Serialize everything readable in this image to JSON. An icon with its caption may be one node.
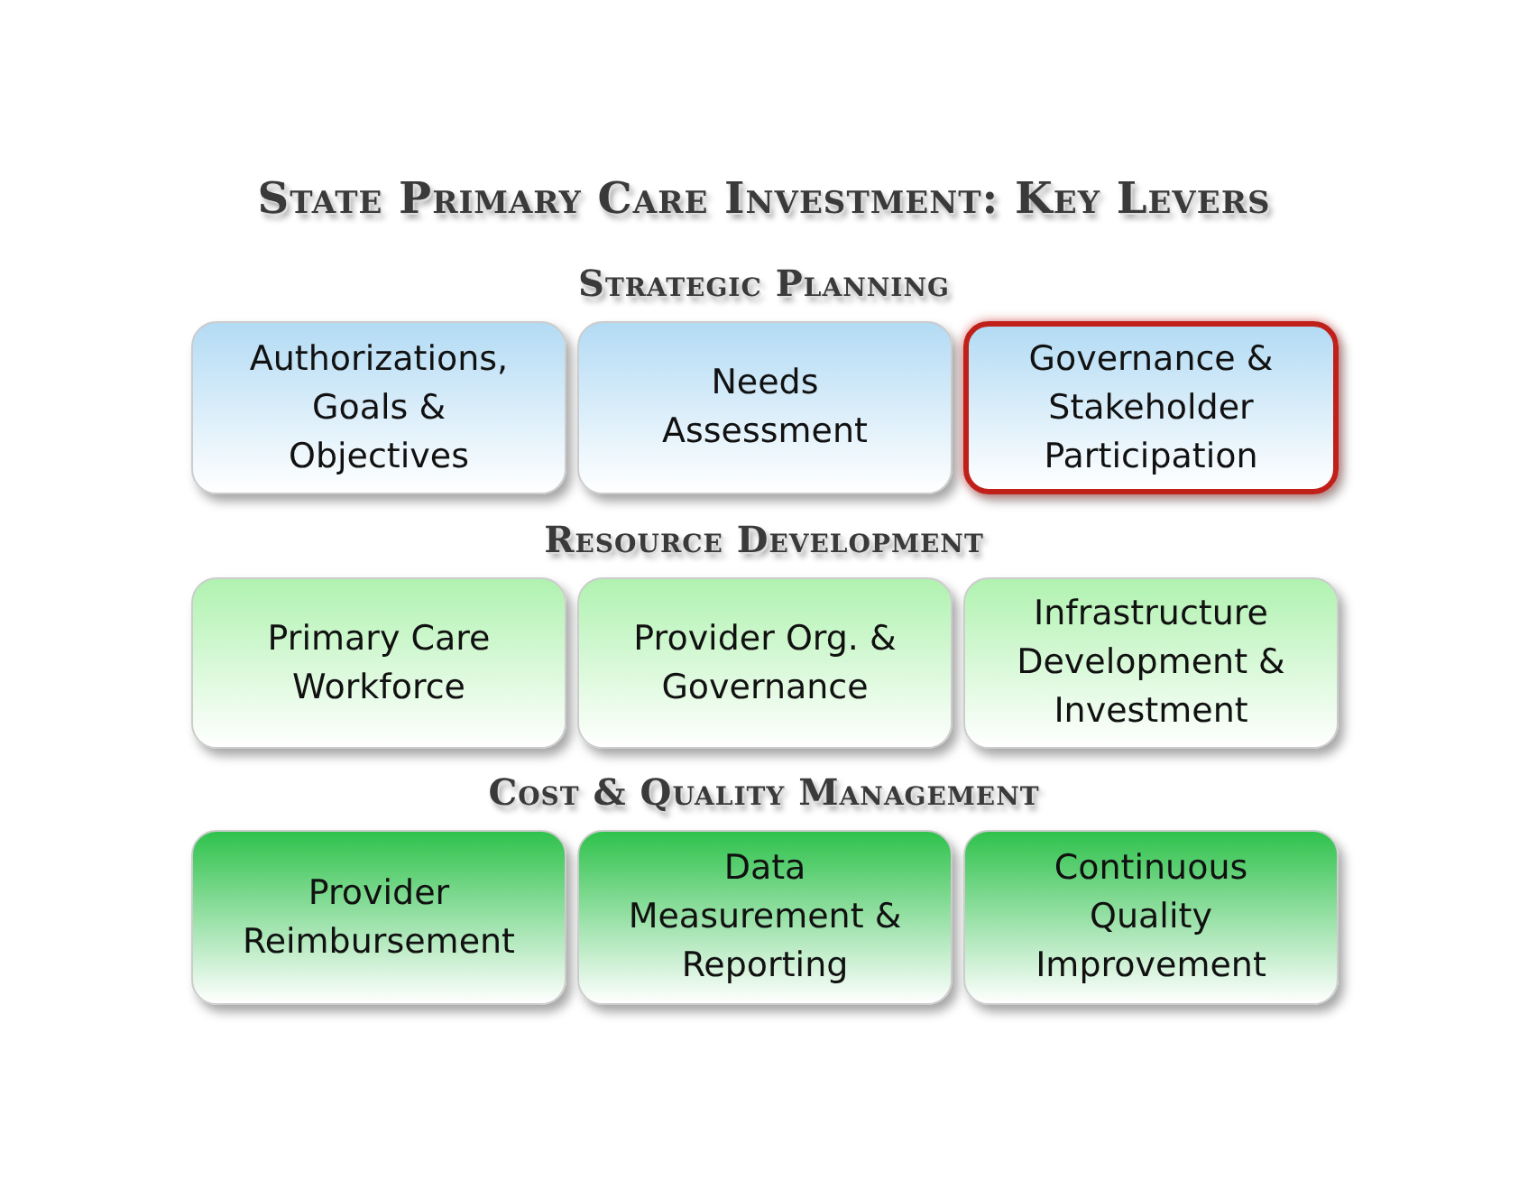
{
  "diagram": {
    "title": "State Primary Care Investment: Key Levers",
    "nodes": [
      {
        "text": [
          "Authorizations, Goals & Objectives"
        ]
      },
      {
        "text": [
          "Needs Assessment"
        ]
      },
      {
        "text": [
          "Governance & Stakeholder Participation"
        ]
      },
      {
        "text": [
          "Primary Care Workforce"
        ]
      },
      {
        "text": [
          "Provider Org. & Governance"
        ]
      },
      {
        "text": [
          "Infrastructure Development & Investment"
        ]
      },
      {
        "text": [
          "Provider Reimbursement"
        ]
      },
      {
        "text": [
          "Data Measurement & Reporting"
        ]
      },
      {
        "text": [
          "Continuous Quality Improvement"
        ]
      }
    ],
    "labels": [
      "Strategic Planning",
      "Resource Development",
      "Cost & Quality Management"
    ]
  }
}
